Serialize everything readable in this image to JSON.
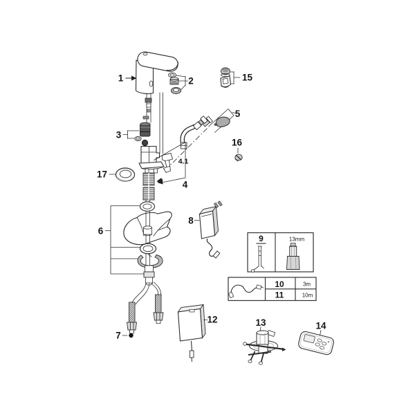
{
  "diagram": {
    "background_color": "#ffffff",
    "line_color": "#2b2b2b",
    "label_color": "#161616",
    "dark_gray": "#565656",
    "shade_gray": "#b9b9b9",
    "callouts": {
      "n1": "1",
      "n2": "2",
      "n3": "3",
      "n4": "4",
      "n4_1": "4.1",
      "n5": "5",
      "n6": "6",
      "n7": "7",
      "n8": "8",
      "n12": "12",
      "n13": "13",
      "n14": "14",
      "n15": "15",
      "n16": "16",
      "n17": "17"
    },
    "tool_box": {
      "part_number": "9",
      "size_label": "13mm"
    },
    "cable_box": {
      "rows": [
        {
          "part_number": "10",
          "length_label": "3m"
        },
        {
          "part_number": "11",
          "length_label": "10m"
        }
      ]
    }
  }
}
